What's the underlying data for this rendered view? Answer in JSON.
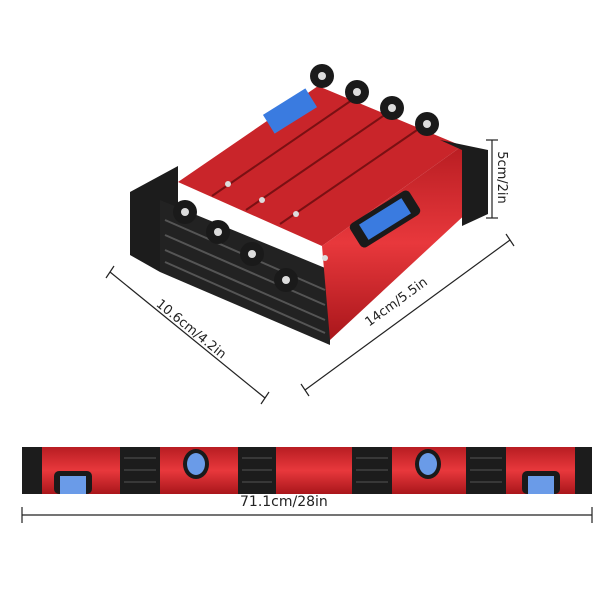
{
  "product": {
    "colors": {
      "body": "#d8262b",
      "end_caps": "#1a1a1a",
      "vial": "#3a7be0"
    }
  },
  "dimensions": {
    "height": "5cm/2in",
    "depth": "10.6cm/4.2in",
    "width_folded": "14cm/5.5in",
    "length_unfolded": "71.1cm/28in"
  }
}
